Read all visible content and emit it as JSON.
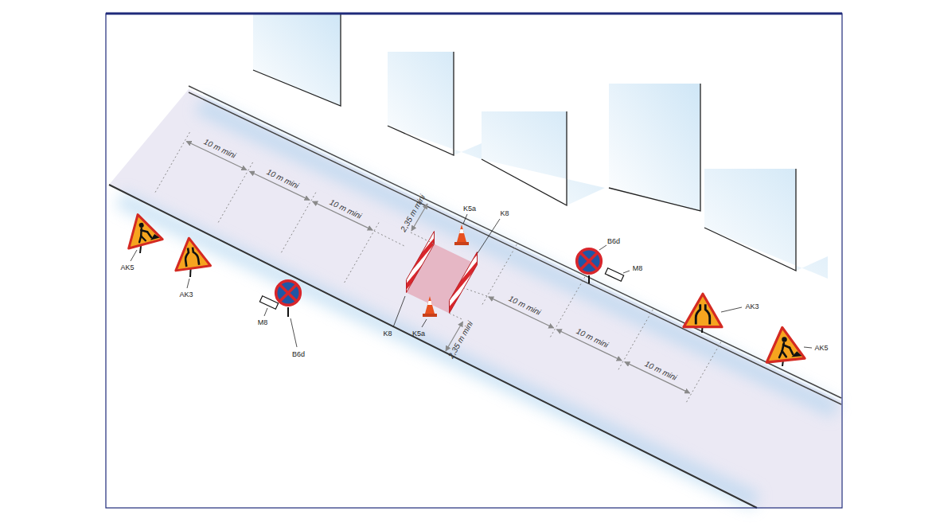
{
  "diagram": {
    "labels": [
      "10 m mini",
      "10 m mini",
      "10 m mini",
      "2,35 m mini",
      "K5a",
      "K8",
      "B6d",
      "M8",
      "AK5",
      "AK3",
      "M8",
      "B6d",
      "K8",
      "K5a",
      "2,35 m mini",
      "10 m mini",
      "10 m mini",
      "10 m mini",
      "AK3",
      "AK5"
    ]
  }
}
